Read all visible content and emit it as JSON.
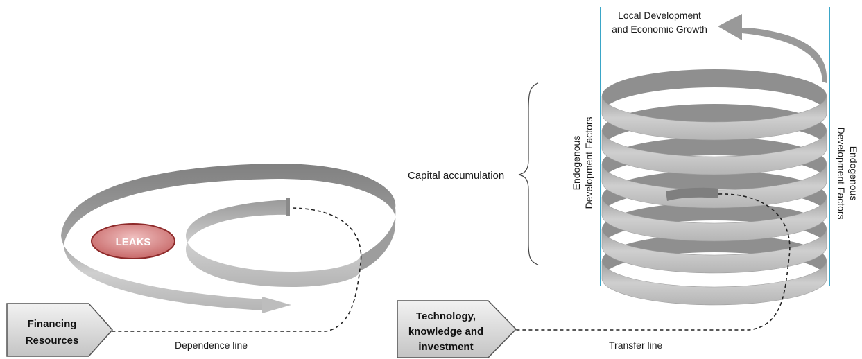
{
  "left": {
    "leaks_label": "LEAKS",
    "box_line1": "Financing",
    "box_line2": "Resources",
    "dependence_label": "Dependence line"
  },
  "right": {
    "top_line1": "Local Development",
    "top_line2": "and Economic Growth",
    "capital_label": "Capital accumulation",
    "endo_left_line1": "Endogenous",
    "endo_left_line2": "Development  Factors",
    "endo_right_line1": "Endogenous",
    "endo_right_line2": "Development  Factors",
    "box_line1": "Technology,",
    "box_line2": "knowledge and",
    "box_line3": "investment",
    "transfer_label": "Transfer line"
  },
  "colors": {
    "ribbon_light": "#cdcdcd",
    "ribbon_dark": "#8d8d8d",
    "leaks_fill": "#d98c8c",
    "leaks_stroke": "#8e2a2a",
    "boundary_line": "#3aa6c8"
  }
}
